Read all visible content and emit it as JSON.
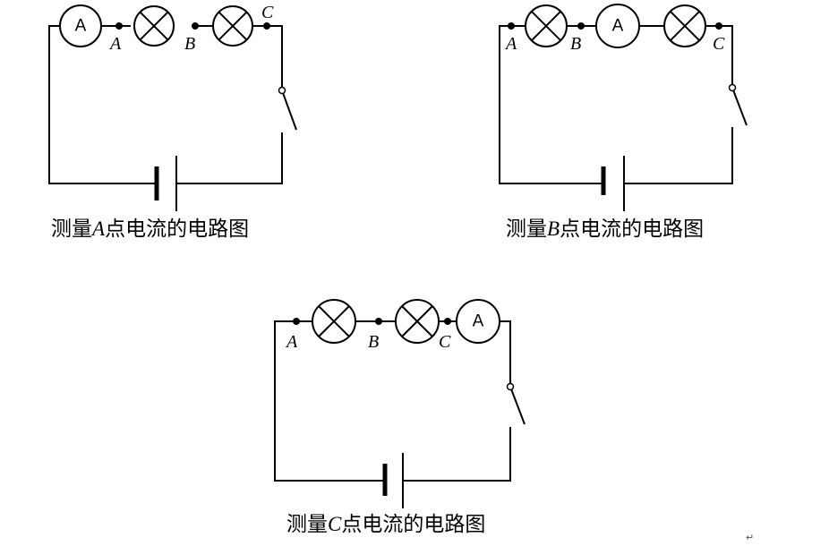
{
  "circuits": [
    {
      "meter_label": "A",
      "points": [
        "A",
        "B",
        "C"
      ],
      "caption": {
        "prefix": "测量",
        "point": "A",
        "suffix": "点电流的电路图"
      }
    },
    {
      "meter_label": "A",
      "points": [
        "A",
        "B",
        "C"
      ],
      "caption": {
        "prefix": "测量",
        "point": "B",
        "suffix": "点电流的电路图"
      }
    },
    {
      "meter_label": "A",
      "points": [
        "A",
        "B",
        "C"
      ],
      "caption": {
        "prefix": "测量",
        "point": "C",
        "suffix": "点电流的电路图"
      }
    }
  ],
  "paragraph_mark": "↵"
}
